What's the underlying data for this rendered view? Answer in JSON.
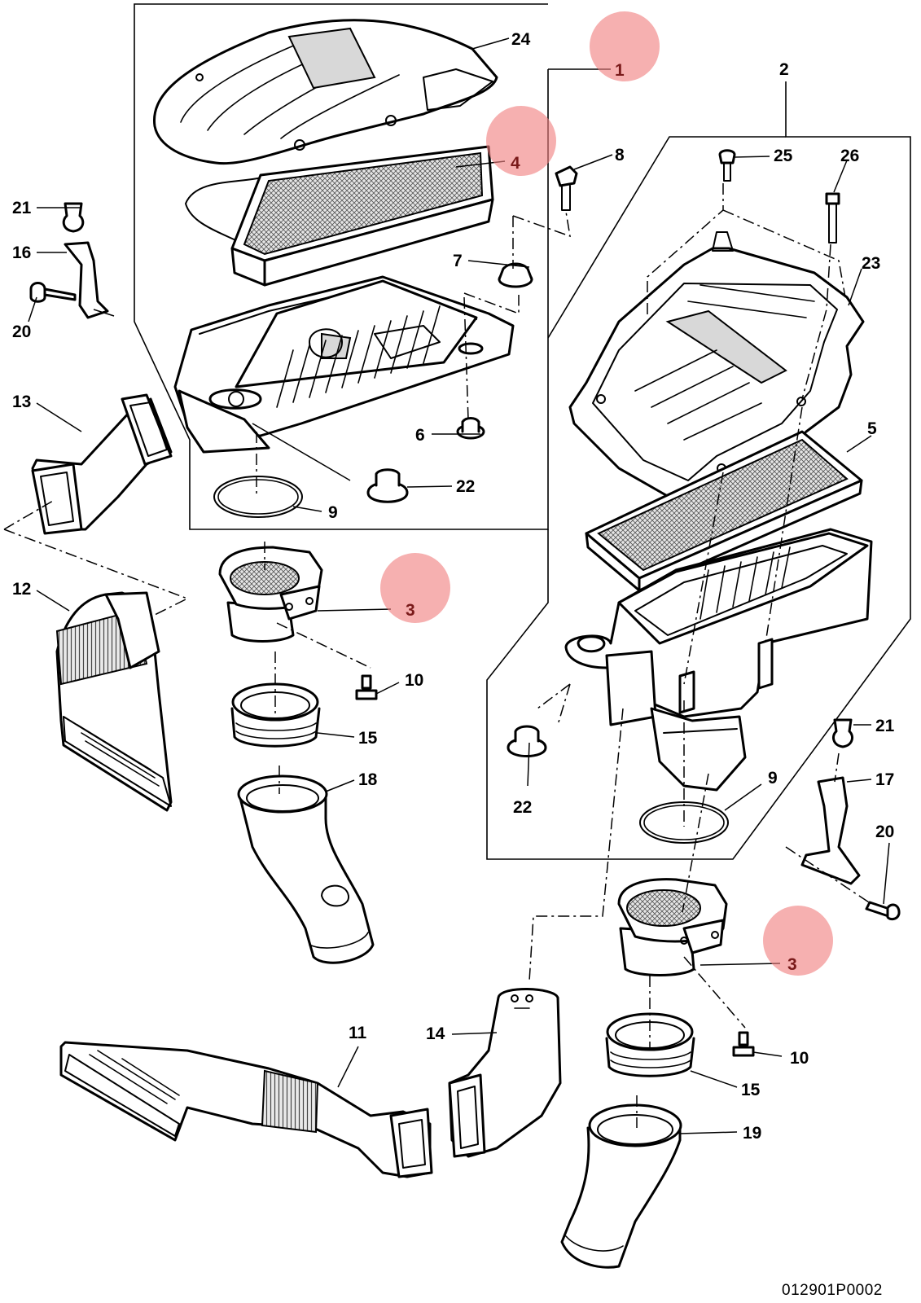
{
  "callouts": {
    "c1": "1",
    "c2": "2",
    "c3a": "3",
    "c3b": "3",
    "c4": "4",
    "c5": "5",
    "c6": "6",
    "c7": "7",
    "c8": "8",
    "c9a": "9",
    "c9b": "9",
    "c10a": "10",
    "c10b": "10",
    "c11": "11",
    "c12": "12",
    "c13": "13",
    "c14": "14",
    "c15a": "15",
    "c15b": "15",
    "c16": "16",
    "c17": "17",
    "c18": "18",
    "c19": "19",
    "c20a": "20",
    "c20b": "20",
    "c21a": "21",
    "c21b": "21",
    "c22a": "22",
    "c22b": "22",
    "c23": "23",
    "c24": "24",
    "c25": "25",
    "c26": "26"
  },
  "highlighted_callouts": [
    "1",
    "4",
    "3",
    "3"
  ],
  "highlight_color": "#f08080",
  "footer": {
    "drawing_number": "012901P0002"
  }
}
